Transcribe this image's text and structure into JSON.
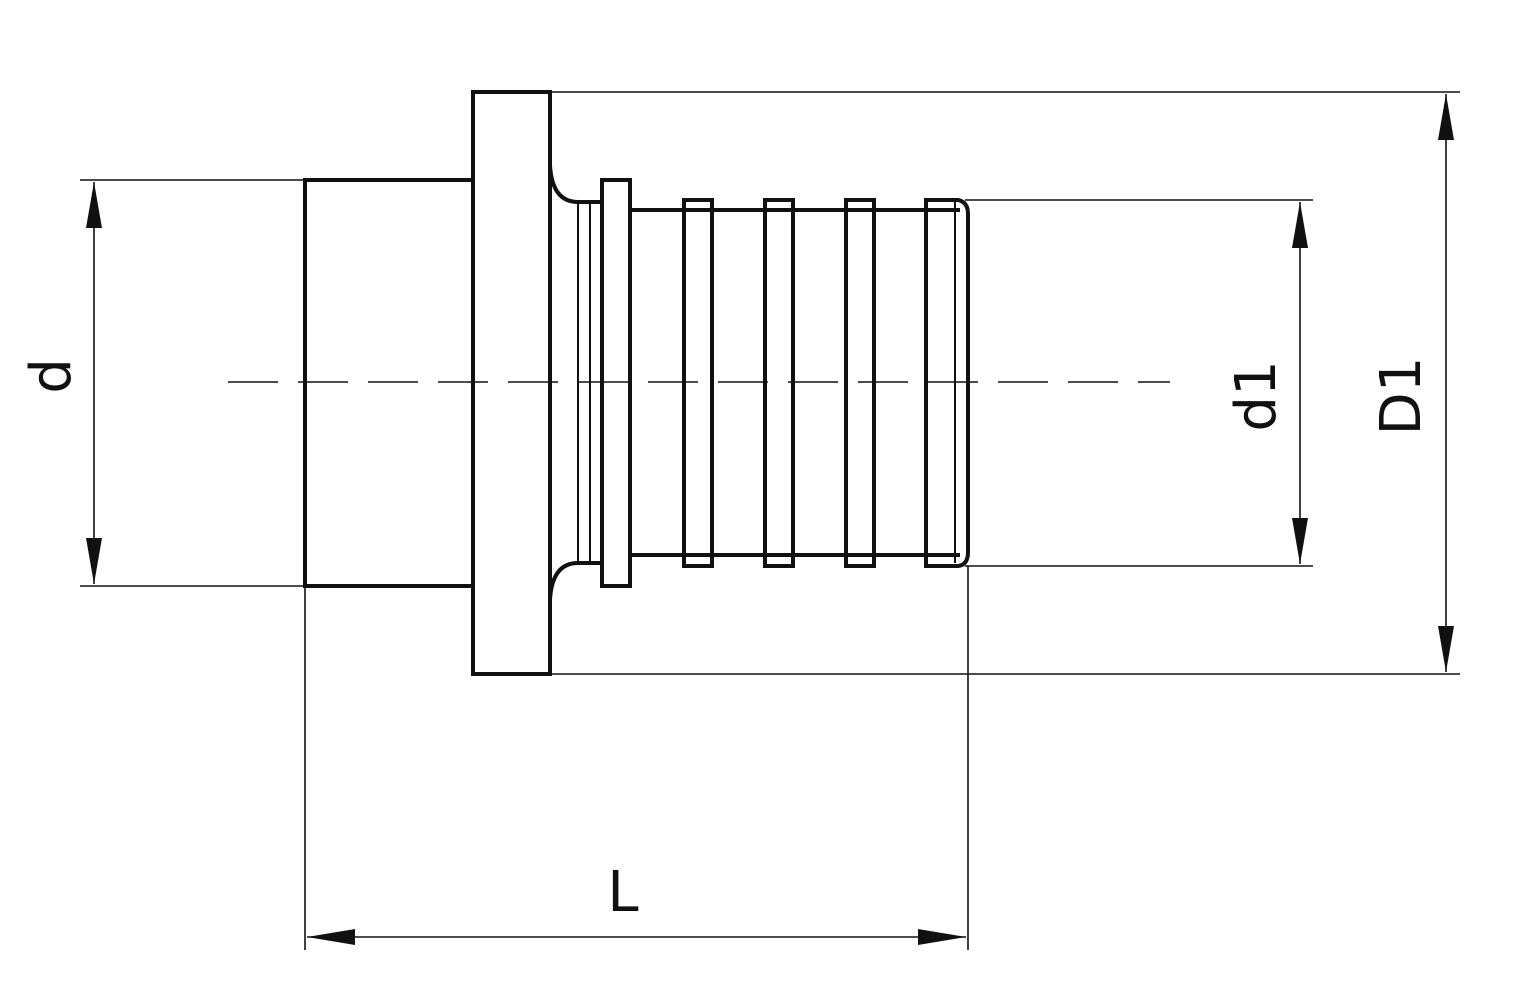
{
  "drawing": {
    "dimensions": {
      "d": "d",
      "d1": "d1",
      "D1": "D1",
      "L": "L"
    }
  }
}
